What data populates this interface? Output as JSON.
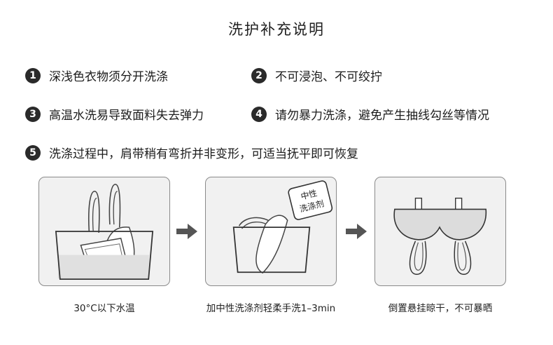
{
  "title": "洗护补充说明",
  "notes": [
    {
      "num": "1",
      "text": "深浅色衣物须分开洗涤"
    },
    {
      "num": "2",
      "text": "不可浸泡、不可绞拧"
    },
    {
      "num": "3",
      "text": "高温水洗易导致面料失去弹力"
    },
    {
      "num": "4",
      "text": "请勿暴力洗涤，避免产生抽线勾丝等情况"
    },
    {
      "num": "5",
      "text": "洗涤过程中，肩带稍有弯折并非变形，可适当抚平即可恢复"
    }
  ],
  "steps": [
    {
      "caption": "30°C以下水温"
    },
    {
      "caption": "加中性洗涤剂轻柔手洗1–3min",
      "badge": [
        "中性",
        "洗涤剂"
      ]
    },
    {
      "caption": "倒置悬挂晾干，不可暴晒"
    }
  ],
  "colors": {
    "dark": "#2a2a2a",
    "panel": "#f1f1f1",
    "water": "#e0e0e0",
    "line": "#8a8a8a"
  }
}
